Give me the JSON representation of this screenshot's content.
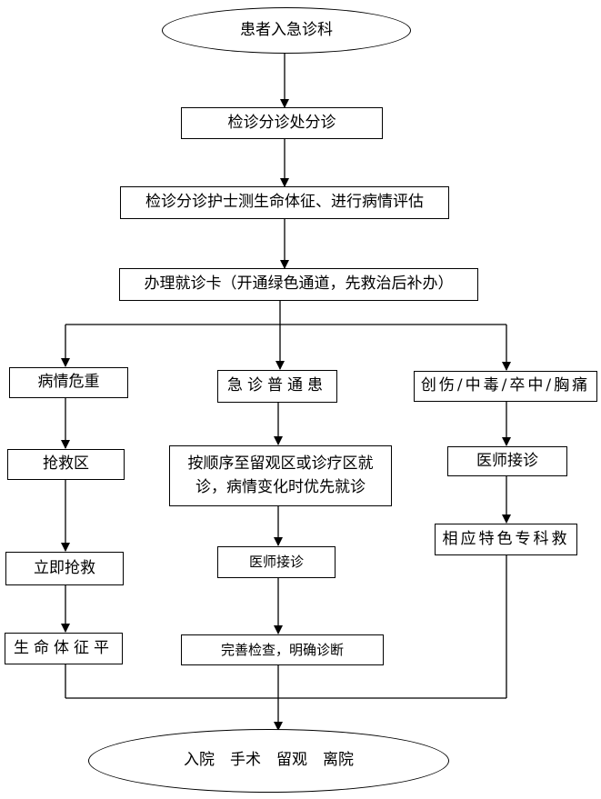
{
  "diagram": {
    "start": "患者入急诊科",
    "step1": "检诊分诊处分诊",
    "step2": "检诊分诊护士测生命体征、进行病情评估",
    "step3": "办理就诊卡（开通绿色通道，先救治后补办）",
    "left": {
      "title": "病情危重",
      "step1": "抢救区",
      "step2": "立即抢救",
      "step3": "生命体征平"
    },
    "middle": {
      "title": "急诊普通患",
      "step1": "按顺序至留观区或诊疗区就诊，病情变化时优先就诊",
      "step2": "医师接诊",
      "step3": "完善检查，明确诊断"
    },
    "right": {
      "title": "创伤/中毒/卒中/胸痛",
      "step1": "医师接诊",
      "step2": "相应特色专科救"
    },
    "end": "入院　手术　留观　离院"
  }
}
